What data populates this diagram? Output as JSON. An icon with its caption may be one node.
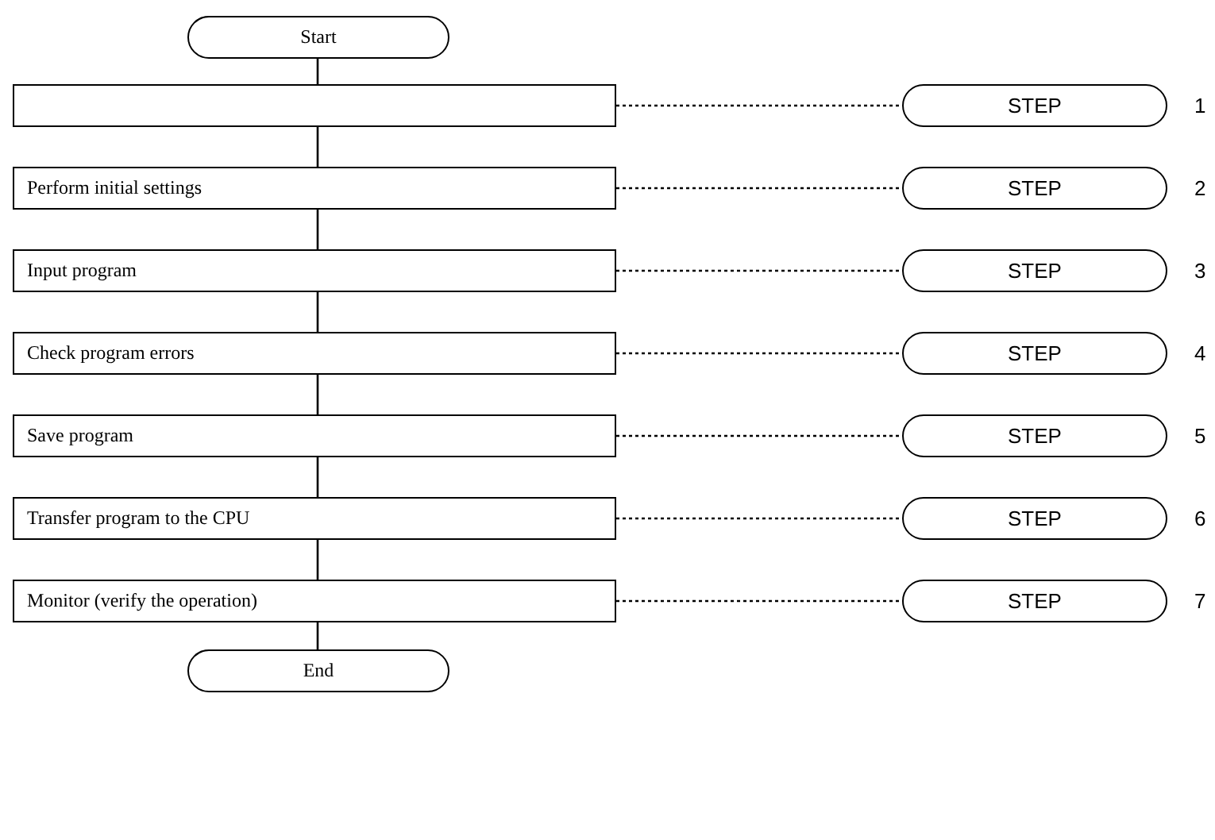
{
  "diagram": {
    "nodes": [
      {
        "text": [
          "Start"
        ]
      },
      {
        "text": [],
        "shape": "box"
      },
      {
        "text": [
          "Perform initial settings"
        ]
      },
      {
        "text": [
          "Input program"
        ]
      },
      {
        "text": [
          "Check program errors"
        ]
      },
      {
        "text": [
          "Save program"
        ]
      },
      {
        "text": [
          "Transfer program to the CPU"
        ]
      },
      {
        "text": [
          "Monitor (verify the operation)"
        ]
      },
      {
        "text": [
          "End"
        ]
      },
      {
        "text": [
          "STEP"
        ],
        "beside": [
          "1"
        ]
      },
      {
        "text": [
          "STEP"
        ],
        "beside": [
          "2"
        ]
      },
      {
        "text": [
          "STEP"
        ],
        "beside": [
          "3"
        ]
      },
      {
        "text": [
          "STEP"
        ],
        "beside": [
          "4"
        ]
      },
      {
        "text": [
          "STEP"
        ],
        "beside": [
          "5"
        ]
      },
      {
        "text": [
          "STEP"
        ],
        "beside": [
          "6"
        ]
      },
      {
        "text": [
          "STEP"
        ],
        "beside": [
          "7"
        ]
      }
    ],
    "edges": [
      {
        "from": 0,
        "to": 1,
        "arrow": "none"
      },
      {
        "from": 1,
        "to": 2,
        "arrow": "none"
      },
      {
        "from": 2,
        "to": 3,
        "arrow": "none"
      },
      {
        "from": 3,
        "to": 4,
        "arrow": "none"
      },
      {
        "from": 4,
        "to": 5,
        "arrow": "none"
      },
      {
        "from": 5,
        "to": 6,
        "arrow": "none"
      },
      {
        "from": 6,
        "to": 7,
        "arrow": "none"
      },
      {
        "from": 7,
        "to": 8,
        "arrow": "none"
      },
      {
        "from": 1,
        "to": 9,
        "arrow": "none",
        "style": "dashed"
      },
      {
        "from": 2,
        "to": 10,
        "arrow": "none",
        "style": "dashed"
      },
      {
        "from": 3,
        "to": 11,
        "arrow": "none",
        "style": "dashed"
      },
      {
        "from": 4,
        "to": 12,
        "arrow": "none",
        "style": "dashed"
      },
      {
        "from": 5,
        "to": 13,
        "arrow": "none",
        "style": "dashed"
      },
      {
        "from": 6,
        "to": 14,
        "arrow": "none",
        "style": "dashed"
      },
      {
        "from": 7,
        "to": 15,
        "arrow": "none",
        "style": "dashed"
      }
    ]
  }
}
